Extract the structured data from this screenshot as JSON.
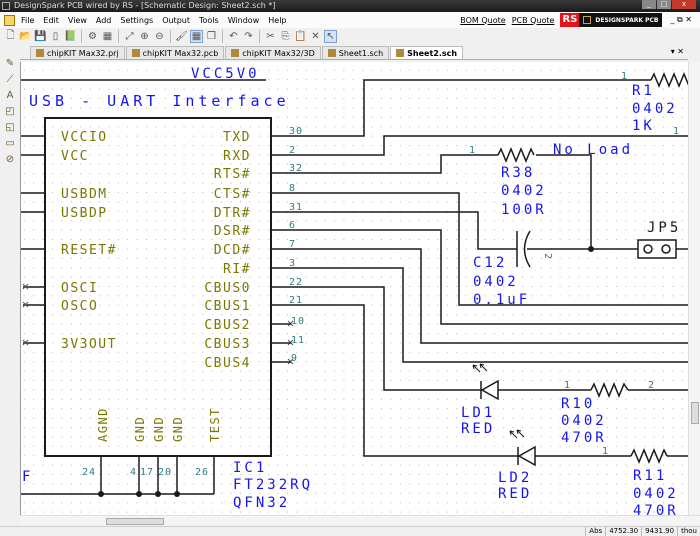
{
  "window": {
    "title": "DesignSpark PCB wired by RS - [Schematic Design: Sheet2.sch *]",
    "controls": [
      "minimize",
      "maximize",
      "close"
    ]
  },
  "menu": [
    "File",
    "Edit",
    "View",
    "Add",
    "Settings",
    "Output",
    "Tools",
    "Window",
    "Help"
  ],
  "right_links": {
    "bom": "BOM Quote",
    "pcb": "PCB Quote",
    "logo_rs": "RS",
    "logo_text": "DESIGNSPARK PCB"
  },
  "toolbar": [
    "new-icon",
    "open-icon",
    "save-icon",
    "copy-doc-icon",
    "book-icon",
    "settings-icon",
    "grid-icon",
    "zoom-fit-icon",
    "zoom-in-icon",
    "zoom-out-icon",
    "paint-icon",
    "grid-toggle-icon",
    "properties-icon",
    "undo-icon",
    "redo-icon",
    "cut-icon",
    "copy-icon",
    "paste-icon",
    "delete-icon",
    "select-icon"
  ],
  "left_tools": [
    "pin-icon",
    "wire-icon",
    "text-icon",
    "component-icon",
    "page-icon",
    "rectangle-icon",
    "circle-icon"
  ],
  "tabs": [
    {
      "label": "chipKIT Max32.prj"
    },
    {
      "label": "chipKIT Max32.pcb"
    },
    {
      "label": "chipKIT Max32/3D"
    },
    {
      "label": "Sheet1.sch"
    },
    {
      "label": "Sheet2.sch",
      "active": true
    }
  ],
  "schematic": {
    "title": "USB - UART Interface",
    "net_vcc": "VCC5V0",
    "ic": {
      "ref": "IC1",
      "value": "FT232RQ",
      "package": "QFN32",
      "left_pins": [
        "VCCIO",
        "VCC",
        "USBDM",
        "USBDP",
        "RESET#",
        "OSCI",
        "OSCO",
        "3V3OUT"
      ],
      "right_pins": [
        {
          "name": "TXD",
          "num": "30"
        },
        {
          "name": "RXD",
          "num": "2"
        },
        {
          "name": "RTS#",
          "num": "32"
        },
        {
          "name": "CTS#",
          "num": "8"
        },
        {
          "name": "DTR#",
          "num": "31"
        },
        {
          "name": "DSR#",
          "num": "6"
        },
        {
          "name": "DCD#",
          "num": "7"
        },
        {
          "name": "RI#",
          "num": "3"
        },
        {
          "name": "CBUS0",
          "num": "22"
        },
        {
          "name": "CBUS1",
          "num": "21"
        },
        {
          "name": "CBUS2",
          "num": "10"
        },
        {
          "name": "CBUS3",
          "num": "11"
        },
        {
          "name": "CBUS4",
          "num": "9"
        }
      ],
      "bottom_pins": [
        {
          "name": "AGND",
          "num": "24"
        },
        {
          "name": "GND",
          "num": "4"
        },
        {
          "name": "GND",
          "num": "17"
        },
        {
          "name": "GND",
          "num": "20"
        },
        {
          "name": "TEST",
          "num": "26"
        }
      ]
    },
    "r1": {
      "ref": "R1",
      "pkg": "0402",
      "value": "1K",
      "pin1": "1"
    },
    "r38": {
      "ref": "R38",
      "pkg": "0402",
      "value": "100R",
      "note": "No Load",
      "pin1": "1"
    },
    "c12": {
      "ref": "C12",
      "pkg": "0402",
      "value": "0.1uF",
      "pin2": "2"
    },
    "jp5": {
      "ref": "JP5"
    },
    "ld1": {
      "ref": "LD1",
      "value": "RED"
    },
    "ld2": {
      "ref": "LD2",
      "value": "RED"
    },
    "r10": {
      "ref": "R10",
      "pkg": "0402",
      "value": "470R",
      "pin1": "1",
      "pin2": "2"
    },
    "r11": {
      "ref": "R11",
      "pkg": "0402",
      "value": "470R",
      "pin1": "1"
    },
    "edge_text": "F",
    "rxd_pin": "1"
  },
  "status": {
    "abs_label": "Abs",
    "x": "4752.30",
    "y": "9431.90",
    "units": "thou"
  }
}
